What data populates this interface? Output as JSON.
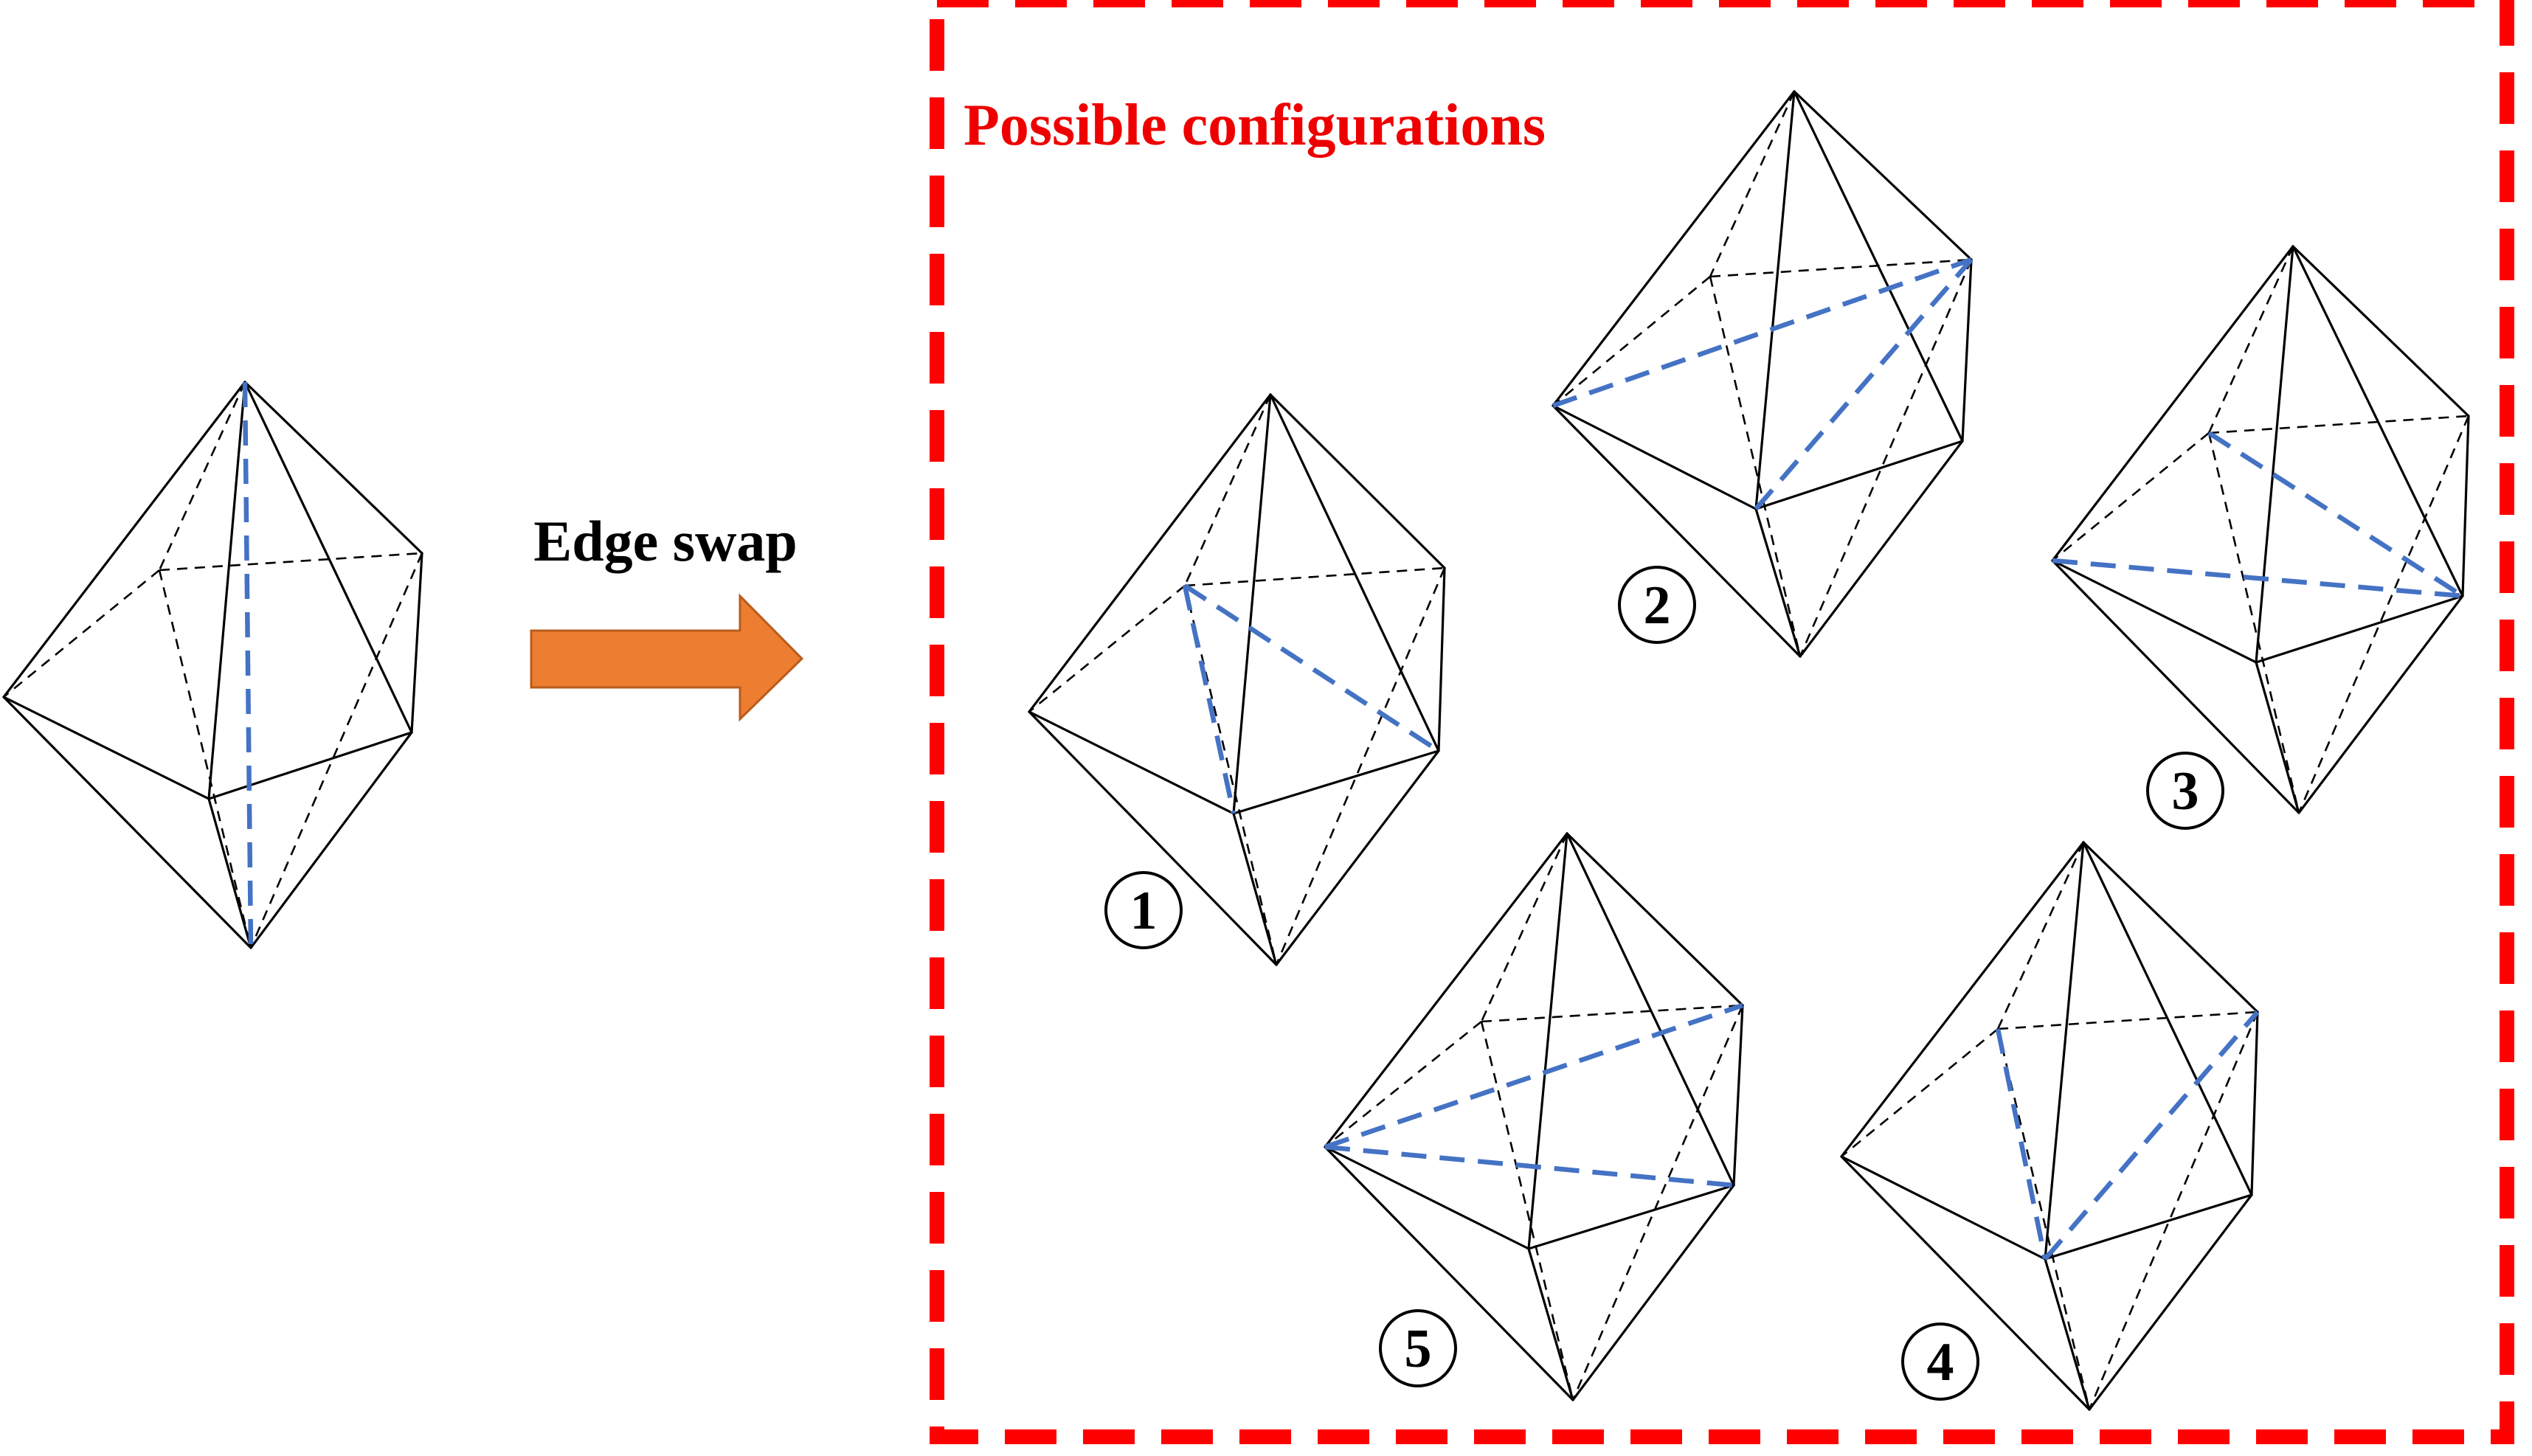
{
  "diagram": {
    "arrow_label": "Edge swap",
    "box_title": "Possible configurations",
    "configuration_labels": [
      "1",
      "2",
      "3",
      "4",
      "5"
    ]
  },
  "colors": {
    "box_border": "#ff0000",
    "box_title": "#ee0000",
    "arrow_fill": "#ed7d31",
    "arrow_stroke": "#b85c1c",
    "swapped_edge": "#4472c4",
    "polyhedron_edge": "#000000"
  },
  "icons": {
    "arrow": "right-arrow-icon",
    "label_marker": "circled-number"
  }
}
